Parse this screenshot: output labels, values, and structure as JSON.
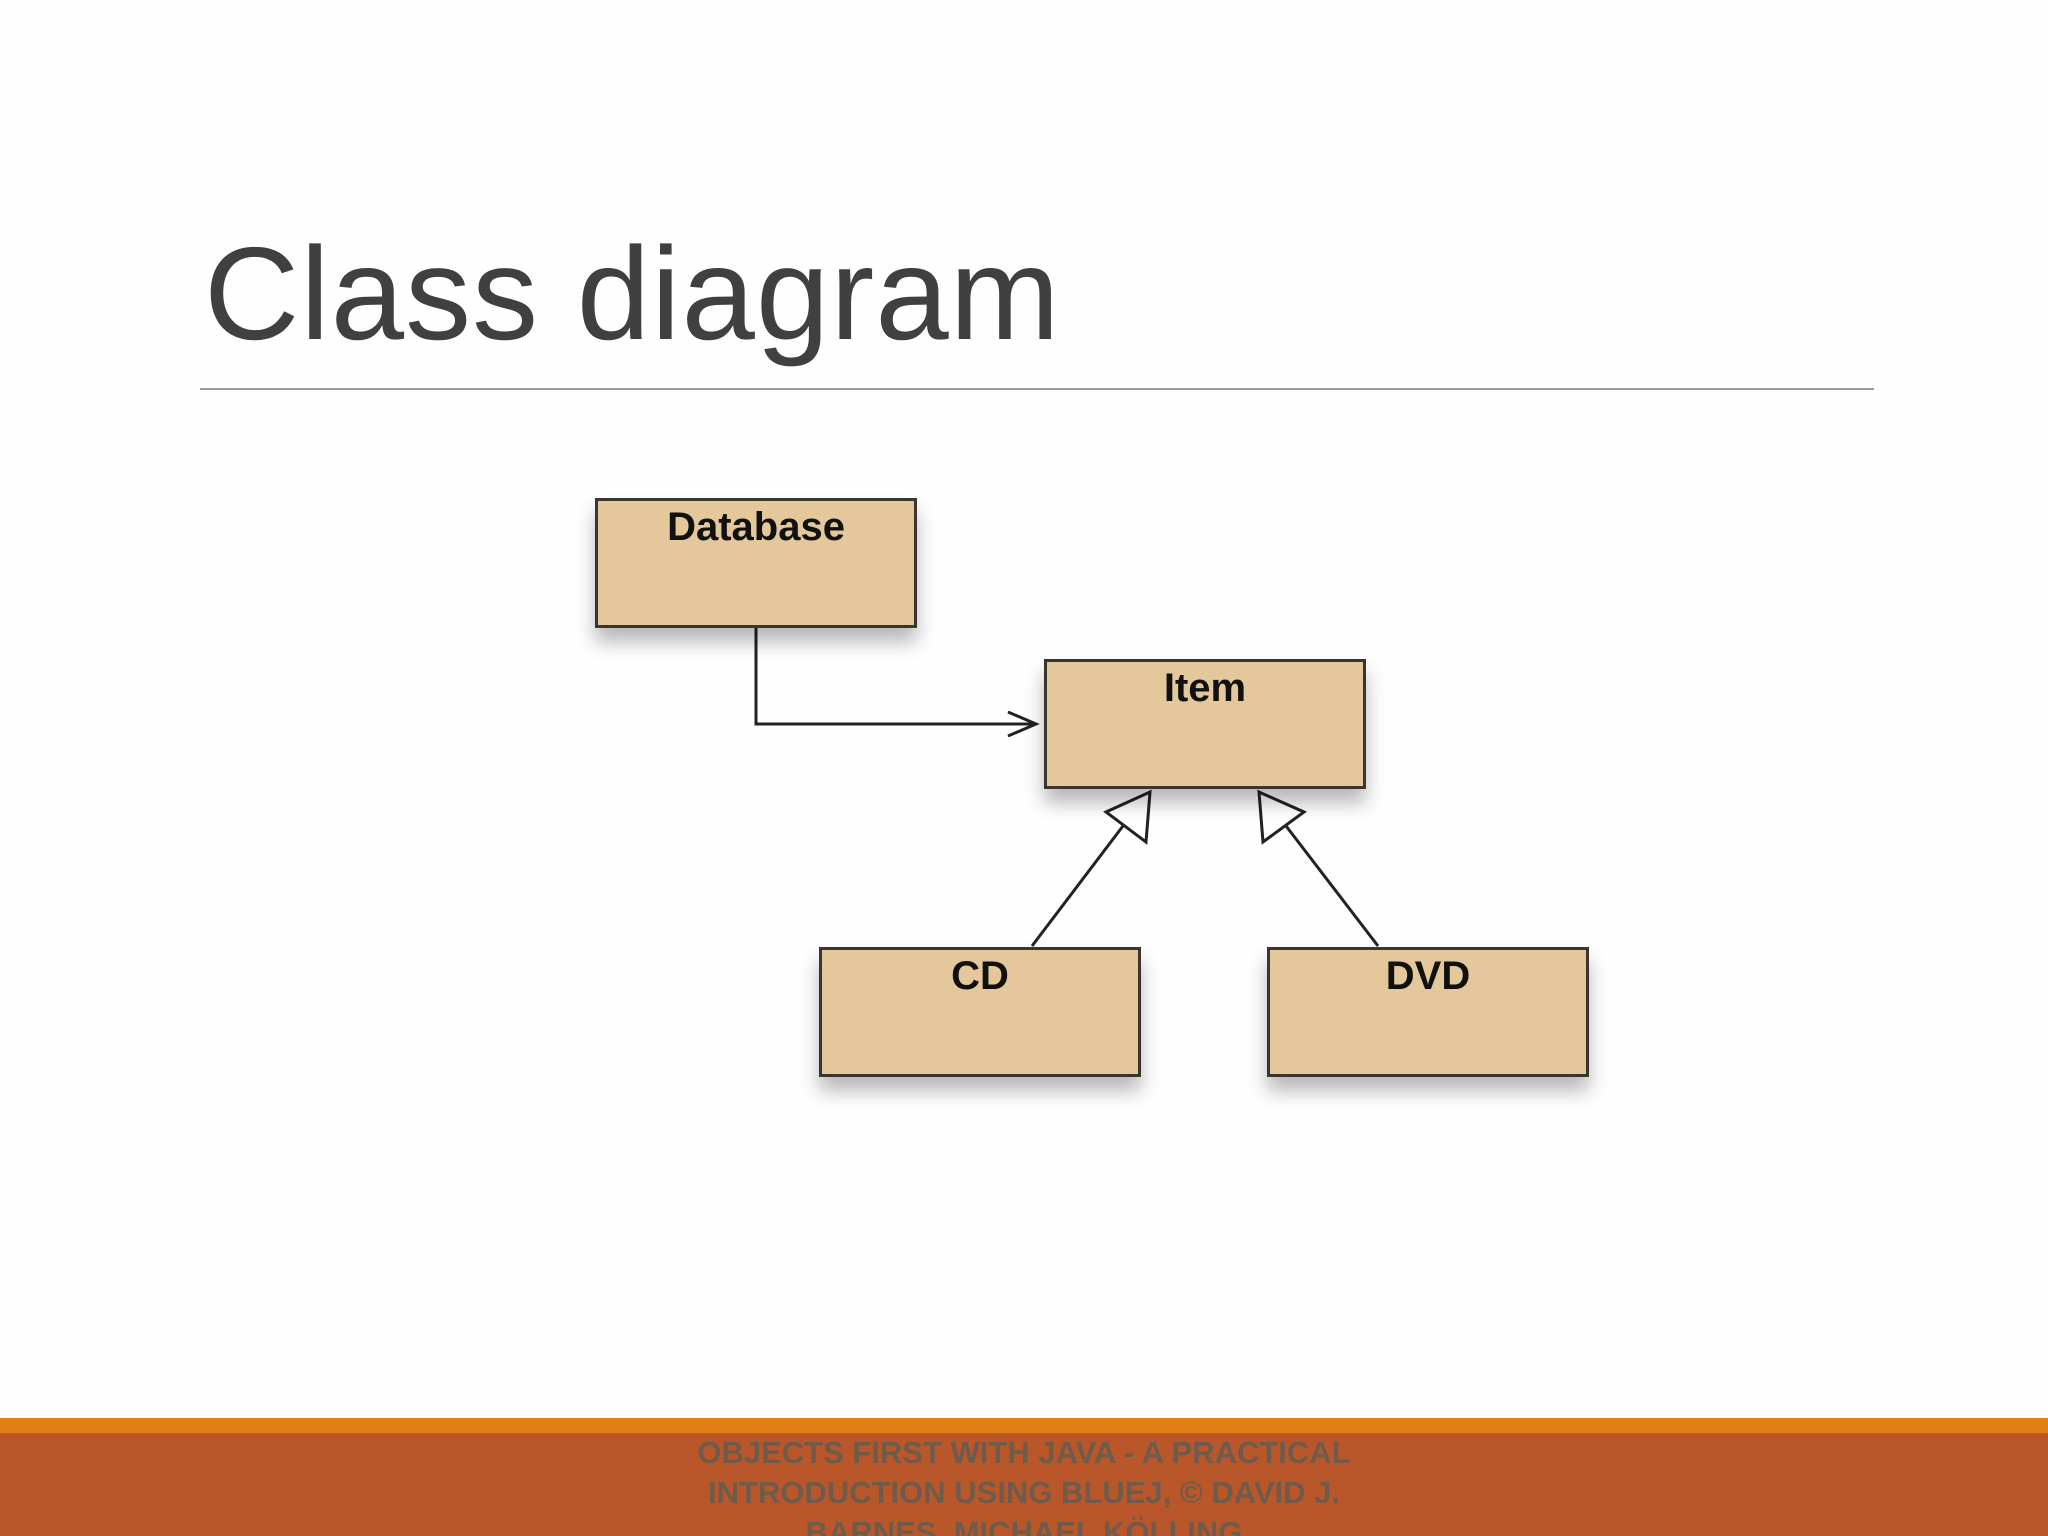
{
  "slide": {
    "title": "Class diagram",
    "footer": "OBJECTS FIRST WITH JAVA - A PRACTICAL INTRODUCTION USING BLUEJ, © DAVID J. BARNES, MICHAEL KÖLLING"
  },
  "diagram": {
    "classes": [
      "Database",
      "Item",
      "CD",
      "DVD"
    ],
    "relations": [
      {
        "from": "Database",
        "to": "Item",
        "type": "association"
      },
      {
        "from": "CD",
        "to": "Item",
        "type": "inheritance"
      },
      {
        "from": "DVD",
        "to": "Item",
        "type": "inheritance"
      }
    ]
  },
  "colors": {
    "box_fill": "#e4c89c",
    "footer_stripe": "#e17f14",
    "footer_band": "#b9572a"
  }
}
